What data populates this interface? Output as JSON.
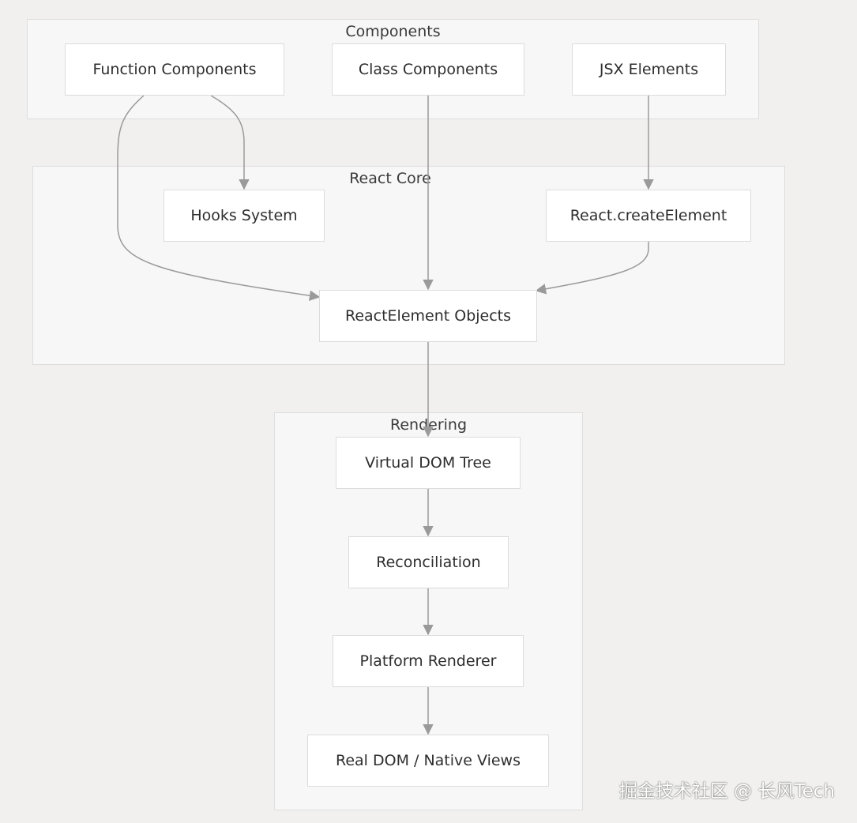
{
  "groups": {
    "components": {
      "title": "Components"
    },
    "react_core": {
      "title": "React Core"
    },
    "rendering": {
      "title": "Rendering"
    }
  },
  "nodes": {
    "function_components": "Function Components",
    "class_components": "Class Components",
    "jsx_elements": "JSX Elements",
    "hooks_system": "Hooks System",
    "create_element": "React.createElement",
    "react_element_objects": "ReactElement Objects",
    "virtual_dom_tree": "Virtual DOM Tree",
    "reconciliation": "Reconciliation",
    "platform_renderer": "Platform Renderer",
    "real_dom": "Real DOM / Native Views"
  },
  "edges": [
    {
      "from": "Function Components",
      "to": "Hooks System"
    },
    {
      "from": "Function Components",
      "to": "ReactElement Objects"
    },
    {
      "from": "Class Components",
      "to": "ReactElement Objects"
    },
    {
      "from": "JSX Elements",
      "to": "React.createElement"
    },
    {
      "from": "React.createElement",
      "to": "ReactElement Objects"
    },
    {
      "from": "ReactElement Objects",
      "to": "Virtual DOM Tree"
    },
    {
      "from": "Virtual DOM Tree",
      "to": "Reconciliation"
    },
    {
      "from": "Reconciliation",
      "to": "Platform Renderer"
    },
    {
      "from": "Platform Renderer",
      "to": "Real DOM / Native Views"
    }
  ],
  "watermark": "掘金技术社区 @ 长风Tech",
  "colors": {
    "background": "#f1f0ef",
    "group_fill": "#f7f7f7",
    "node_fill": "#ffffff",
    "edge": "#9a9a9a"
  }
}
